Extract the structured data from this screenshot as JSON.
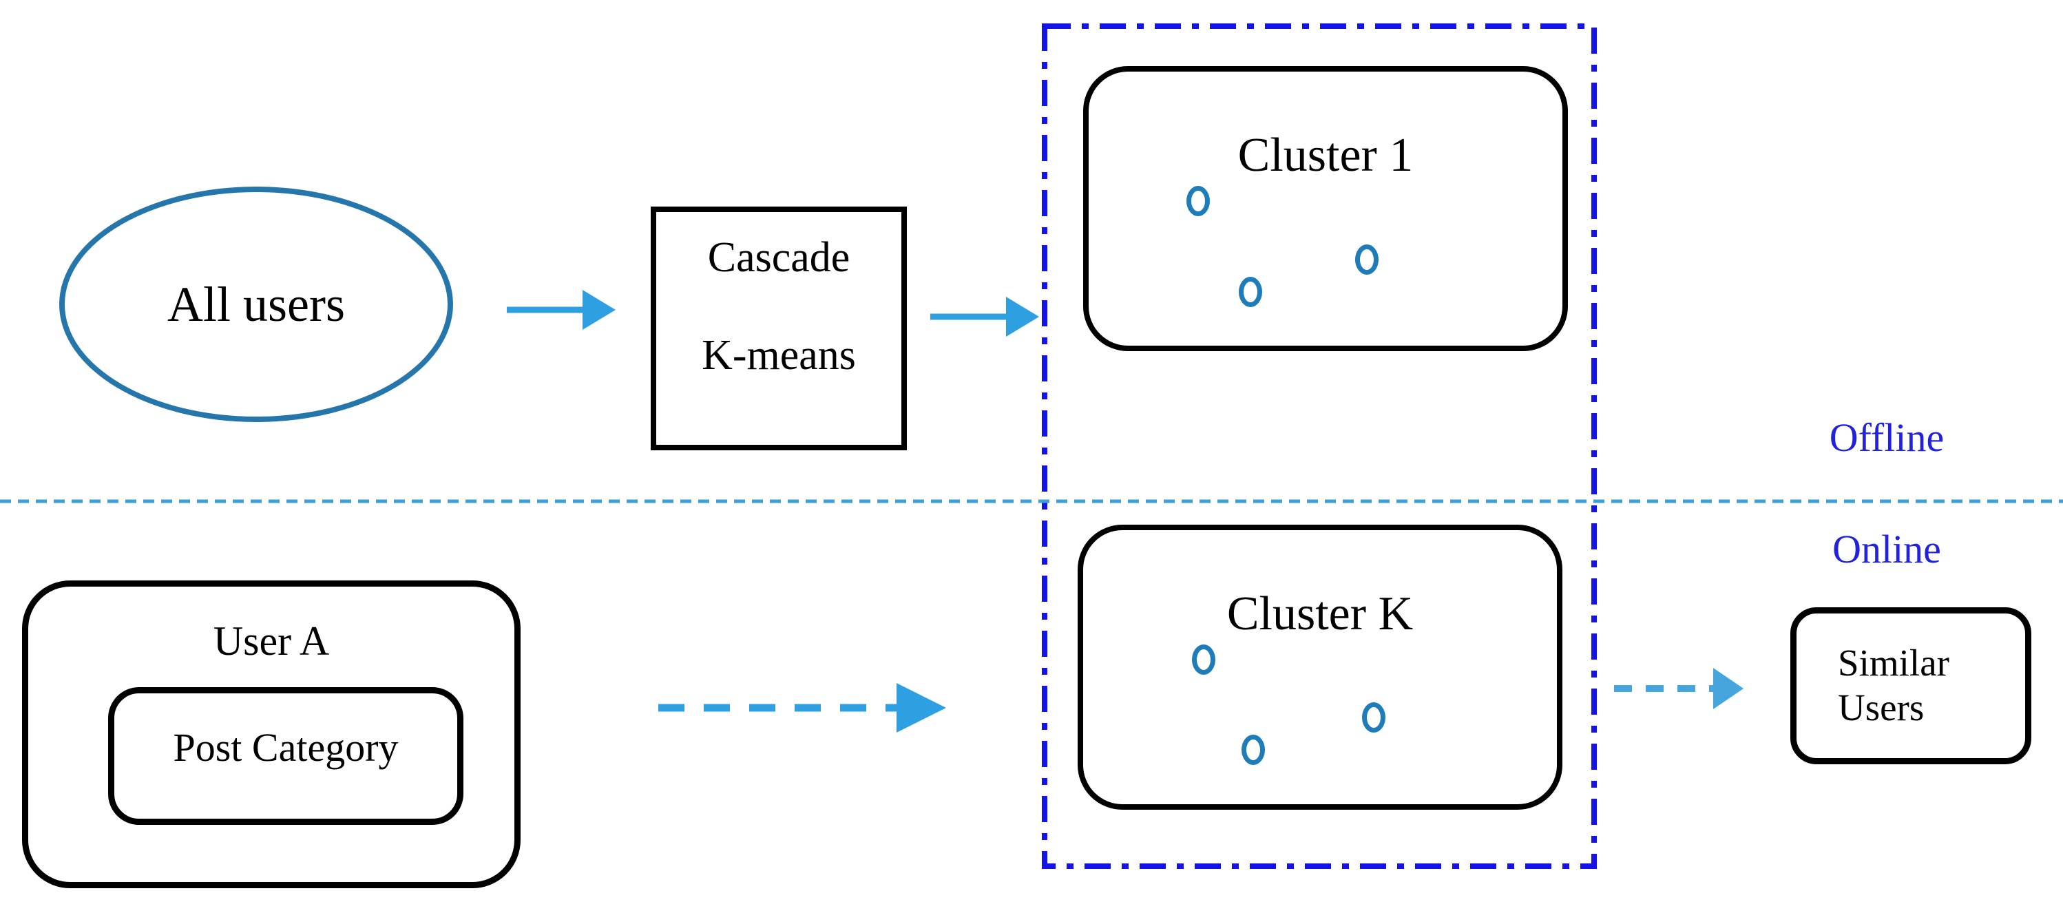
{
  "diagram": {
    "phases": {
      "offline": "Offline",
      "online": "Online"
    },
    "nodes": {
      "all_users": {
        "label": "All users"
      },
      "cascade_kmeans": {
        "lines": [
          "Cascade",
          "K-means"
        ]
      },
      "cluster_1": {
        "label": "Cluster 1",
        "points": 3
      },
      "cluster_k": {
        "label": "Cluster K",
        "points": 3
      },
      "user_a": {
        "label": "User A"
      },
      "post_category": {
        "label": "Post Category"
      },
      "similar_users": {
        "lines": [
          "Similar",
          "Users"
        ]
      }
    },
    "icons": {
      "cluster_point": "hollow-circle",
      "solid_arrow": "right-arrow",
      "dashed_arrow": "dashed-right-arrow"
    },
    "colors": {
      "ellipse_stroke": "#2577AB",
      "marker_stroke": "#1E7CB8",
      "solid_arrow": "#2E9FE0",
      "mid_dashed_arrow": "#2E9FE0",
      "right_dashed_arrow": "#45A5DC",
      "frame_blue": "#1414E8",
      "phase_label_blue": "#2222DC",
      "divider_blue": "#3E9FD4",
      "box_border": "#000000",
      "label_text": "#000000",
      "background": "#FFFFFF"
    }
  }
}
